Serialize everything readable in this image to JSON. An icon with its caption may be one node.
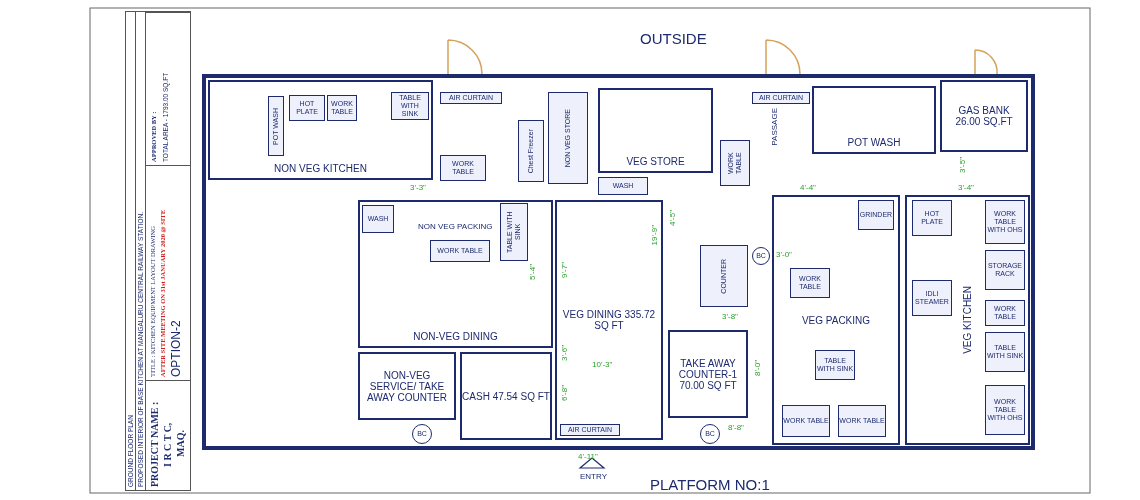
{
  "diagram": {
    "nodes": [
      {
        "text": [
          "NON VEG KITCHEN"
        ]
      },
      {
        "text": [
          "HOT PLATE"
        ],
        "in": 0
      },
      {
        "text": [
          "WORK TABLE"
        ],
        "in": 0
      },
      {
        "text": [
          "TABLE WITH SINK"
        ],
        "in": 0
      },
      {
        "text": [
          "POT WASH"
        ],
        "in": 0
      },
      {
        "text": [
          "AIR CURTAIN"
        ]
      },
      {
        "text": [
          "WORK TABLE"
        ]
      },
      {
        "text": [
          "Chest Freezer"
        ]
      },
      {
        "text": [
          "NON VEG STORE"
        ]
      },
      {
        "text": [
          "VEG STORE"
        ]
      },
      {
        "text": [
          "AIR CURTAIN"
        ]
      },
      {
        "text": [
          "WORK TABLE"
        ]
      },
      {
        "text": [
          "POT WASH"
        ]
      },
      {
        "text": [
          "GAS BANK",
          "26.00 SQ.FT"
        ]
      },
      {
        "text": [
          "NON-VEG DINING"
        ]
      },
      {
        "text": [
          "WORK TABLE"
        ],
        "in": 14
      },
      {
        "text": [
          "TABLE WITH SINK"
        ],
        "in": 14
      },
      {
        "text": [
          "WASH"
        ],
        "in": 14
      },
      {
        "text": [
          "WASH"
        ]
      },
      {
        "text": [
          "VEG DINING 335.72 SQ FT"
        ]
      },
      {
        "text": [
          "NON-VEG SERVICE/ TAKE AWAY COUNTER"
        ]
      },
      {
        "text": [
          "CASH 47.54 SQ FT"
        ]
      },
      {
        "text": [
          "COUNTER"
        ]
      },
      {
        "text": [
          "TAKE AWAY COUNTER-1 70.00 SQ FT"
        ]
      },
      {
        "text": [
          "AIR CURTAIN"
        ],
        "in": 19
      },
      {
        "text": [
          "VEG PACKING"
        ]
      },
      {
        "text": [
          "GRINDER"
        ],
        "in": 25
      },
      {
        "text": [
          "WORK TABLE"
        ],
        "in": 25
      },
      {
        "text": [
          "TABLE WITH SINK"
        ],
        "in": 25
      },
      {
        "text": [
          "WORK TABLE"
        ],
        "in": 25
      },
      {
        "text": [
          "WORK TABLE"
        ],
        "in": 25
      },
      {
        "text": [
          "VEG KITCHEN"
        ]
      },
      {
        "text": [
          "HOT PLATE"
        ],
        "in": 31
      },
      {
        "text": [
          "IDLI STEAMER"
        ],
        "in": 31
      },
      {
        "text": [
          "WORK TABLE WITH OHS"
        ],
        "in": 31
      },
      {
        "text": [
          "STORAGE RACK"
        ],
        "in": 31
      },
      {
        "text": [
          "WORK TABLE"
        ],
        "in": 31
      },
      {
        "text": [
          "TABLE WITH SINK"
        ],
        "in": 31
      },
      {
        "text": [
          "WORK TABLE WITH OHS"
        ],
        "in": 31
      },
      {
        "text": [
          "BC"
        ]
      },
      {
        "text": [
          "BC"
        ]
      },
      {
        "text": [
          "BC"
        ]
      }
    ],
    "labels": [
      "GROUND FLOOR PLAN",
      "PROPOSED INTERIOR OF BASE KITCHEN AT MANGALURU CENTRAL RAILWAY STATION.",
      "PROJECT NAME :",
      "I R C T C,",
      "MAQ.",
      "TITLE : KITCHEN EQUIPMENT LAYOUT DRAWING",
      "AFTER SITE MEETING ON 31st JANUARY 2020 @ SITE",
      "OPTION-2",
      "APPROVED BY :",
      "TOTAL AREA - 1793.00 SQ.FT",
      "OUTSIDE",
      "PASSAGE",
      "NON VEG PACKING",
      "3'-3\"",
      "4'-4\"",
      "3'-4\"",
      "3'-5\"",
      "5'-4\"",
      "9'-7\"",
      "4'-5\"",
      "3'-8\"",
      "19'-9\"",
      "3'-6\"",
      "10'-3\"",
      "3'-0\"",
      "8'-0\"",
      "6'-8\"",
      "8'-8\"",
      "4'-11\"",
      "ENTRY",
      "PLATFORM NO:1"
    ]
  }
}
